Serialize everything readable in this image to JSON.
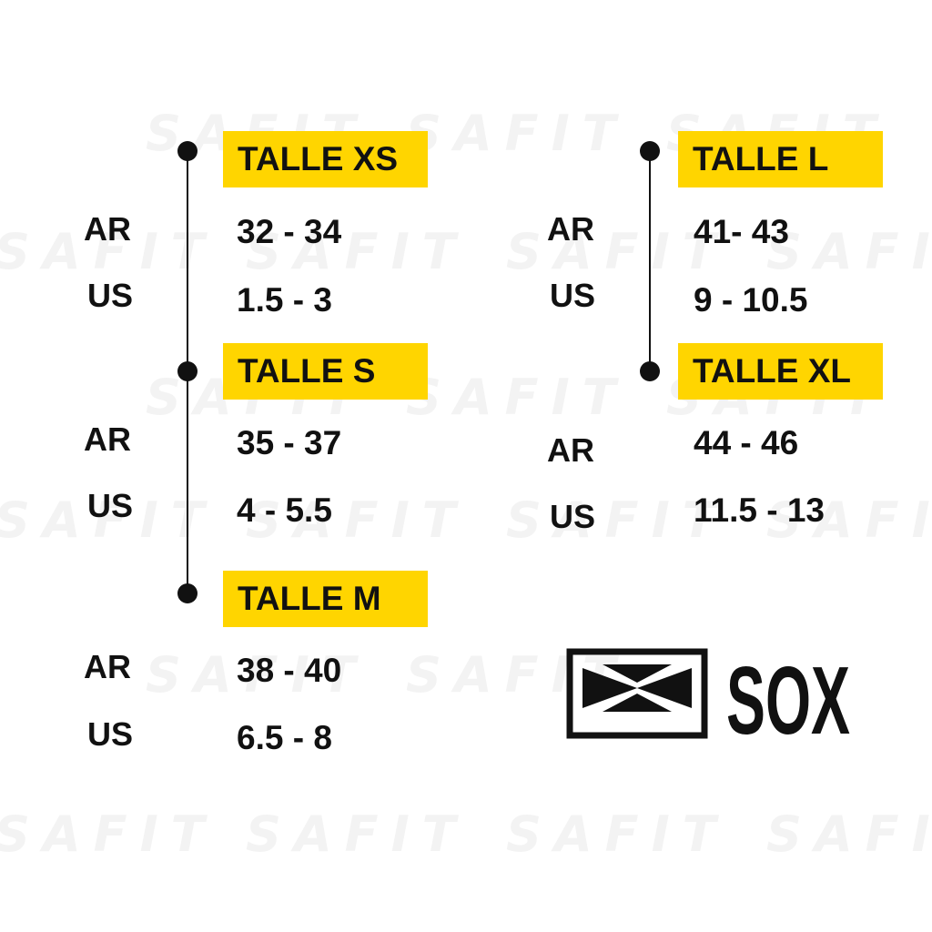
{
  "watermark": {
    "text": "SAFIT",
    "color": "#f3f3f3"
  },
  "colors": {
    "accent": "#ffd500",
    "text": "#111111",
    "background": "#ffffff"
  },
  "sizes": [
    {
      "title": "TALLE XS",
      "ar_label": "AR",
      "ar": "32 - 34",
      "us_label": "US",
      "us": "1.5 - 3"
    },
    {
      "title": "TALLE S",
      "ar_label": "AR",
      "ar": "35 - 37",
      "us_label": "US",
      "us": "4 - 5.5"
    },
    {
      "title": "TALLE M",
      "ar_label": "AR",
      "ar": "38 - 40",
      "us_label": "US",
      "us": "6.5 - 8"
    },
    {
      "title": "TALLE L",
      "ar_label": "AR",
      "ar": "41- 43",
      "us_label": "US",
      "us": "9 - 10.5"
    },
    {
      "title": "TALLE XL",
      "ar_label": "AR",
      "ar": "44 - 46",
      "us_label": "US",
      "us": "11.5 - 13"
    }
  ],
  "brand": {
    "name": "SOX",
    "logo_icon": "sox-box-logo-icon"
  }
}
